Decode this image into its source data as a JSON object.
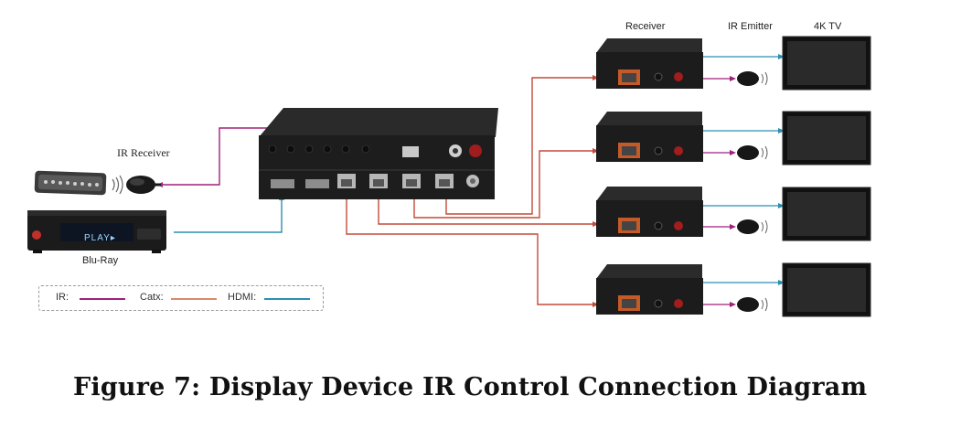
{
  "labels": {
    "receiver": "Receiver",
    "ir_emitter": "IR Emitter",
    "tv_4k": "4K TV",
    "ir_receiver": "IR Receiver",
    "blu_ray": "Blu-Ray",
    "play": "PLAY▸"
  },
  "legend": {
    "ir": "IR:",
    "catx": "Catx:",
    "hdmi": "HDMI:"
  },
  "colors": {
    "ir": "#a0207a",
    "catx": "#c24a3a",
    "hdmi": "#2a8fb0",
    "device": "#1c1c1c",
    "screen": "#111111"
  },
  "caption": "Figure 7:  Display Device IR Control Connection Diagram"
}
